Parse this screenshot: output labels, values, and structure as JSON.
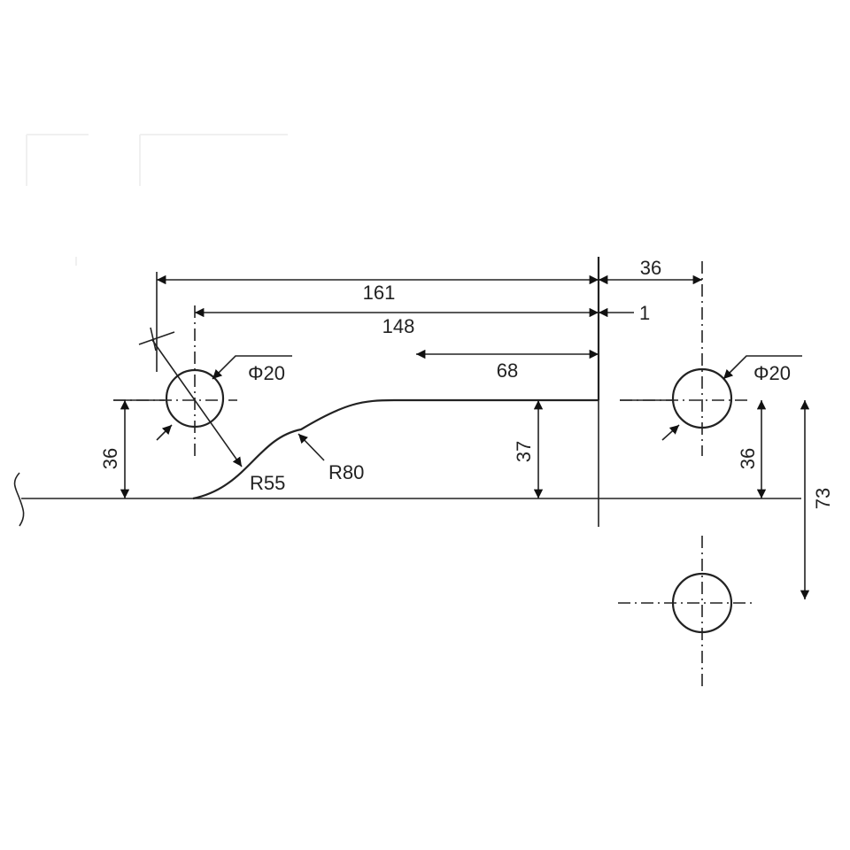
{
  "dimensions": {
    "d161": "161",
    "d148": "148",
    "d68": "68",
    "d36_top": "36",
    "d1": "1",
    "d36_left": "36",
    "d37": "37",
    "d36_right": "36",
    "d73": "73"
  },
  "callouts": {
    "phi_left": "Φ20",
    "phi_right": "Φ20",
    "r55": "R55",
    "r80": "R80"
  },
  "colors": {
    "line": "#222222",
    "background": "#ffffff"
  }
}
